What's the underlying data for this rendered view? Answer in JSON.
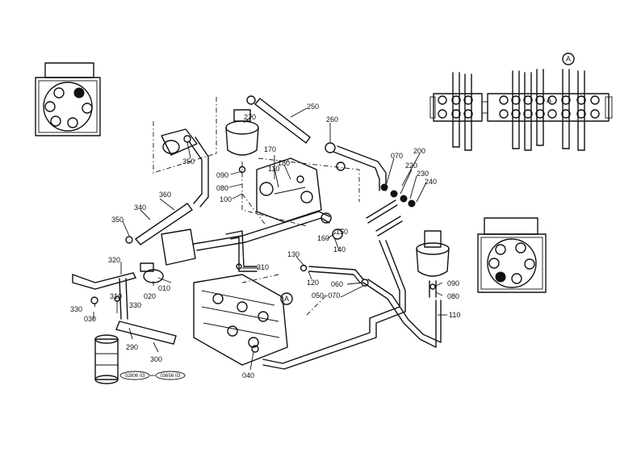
{
  "diagram": {
    "part_numbers": {
      "p010": "010",
      "p020": "020",
      "p030": "030",
      "p040": "040",
      "p050_070": "050~070",
      "p060": "060",
      "p070": "070",
      "p080_left": "080",
      "p080_right": "080",
      "p090_left": "090",
      "p090_right": "090",
      "p100": "100",
      "p110_left": "110",
      "p110_right": "110",
      "p120": "120",
      "p130": "130",
      "p140": "140",
      "p150": "150",
      "p160": "160",
      "p170": "170",
      "p180": "180",
      "p200": "200",
      "p220": "220",
      "p230": "230",
      "p240": "240",
      "p250": "250",
      "p260": "260",
      "p270": "270",
      "p290": "290",
      "p300": "300",
      "p310_a": "310",
      "p310_b": "310",
      "p320": "320",
      "p330_a": "330",
      "p330_b": "330",
      "p340": "340",
      "p350_a": "350",
      "p350_b": "350",
      "p360": "360"
    },
    "callout_letter_a": "A",
    "reference_codes": {
      "ref_left": "02806 03",
      "ref_right": "03656 03"
    },
    "icon_names": [
      "swivel-joint-top-view-icon",
      "control-valve-side-view-icon"
    ]
  }
}
